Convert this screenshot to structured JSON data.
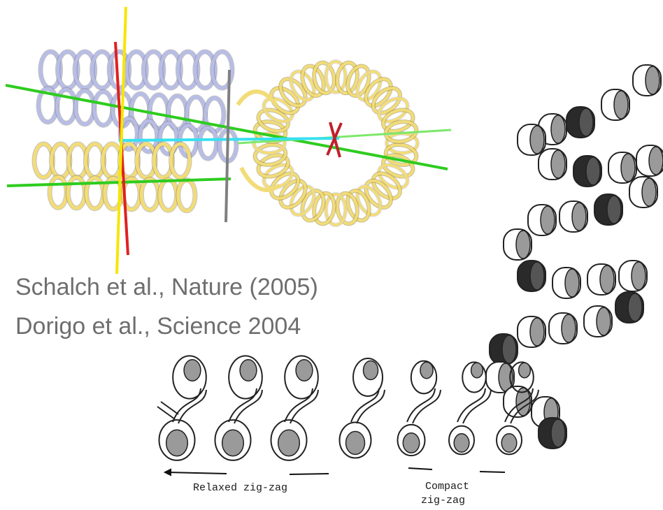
{
  "citations": {
    "line1": "Schalch et al., Nature (2005)",
    "line2": "Dorigo et al., Science 2004"
  },
  "labels": {
    "relaxed": "Relaxed zig-zag",
    "compact_line1": "Compact",
    "compact_line2": "zig-zag"
  },
  "colors": {
    "helix_blue": "#b8bde6",
    "helix_yellow": "#f2dc78",
    "axis_green": "#2ecc1f",
    "axis_red": "#e02020",
    "axis_yellow": "#f5e600",
    "axis_cyan": "#38e0f0",
    "axis_gray": "#808080",
    "cylinder_dark": "#2a2a2a",
    "cylinder_face": "#9a9a9a"
  }
}
